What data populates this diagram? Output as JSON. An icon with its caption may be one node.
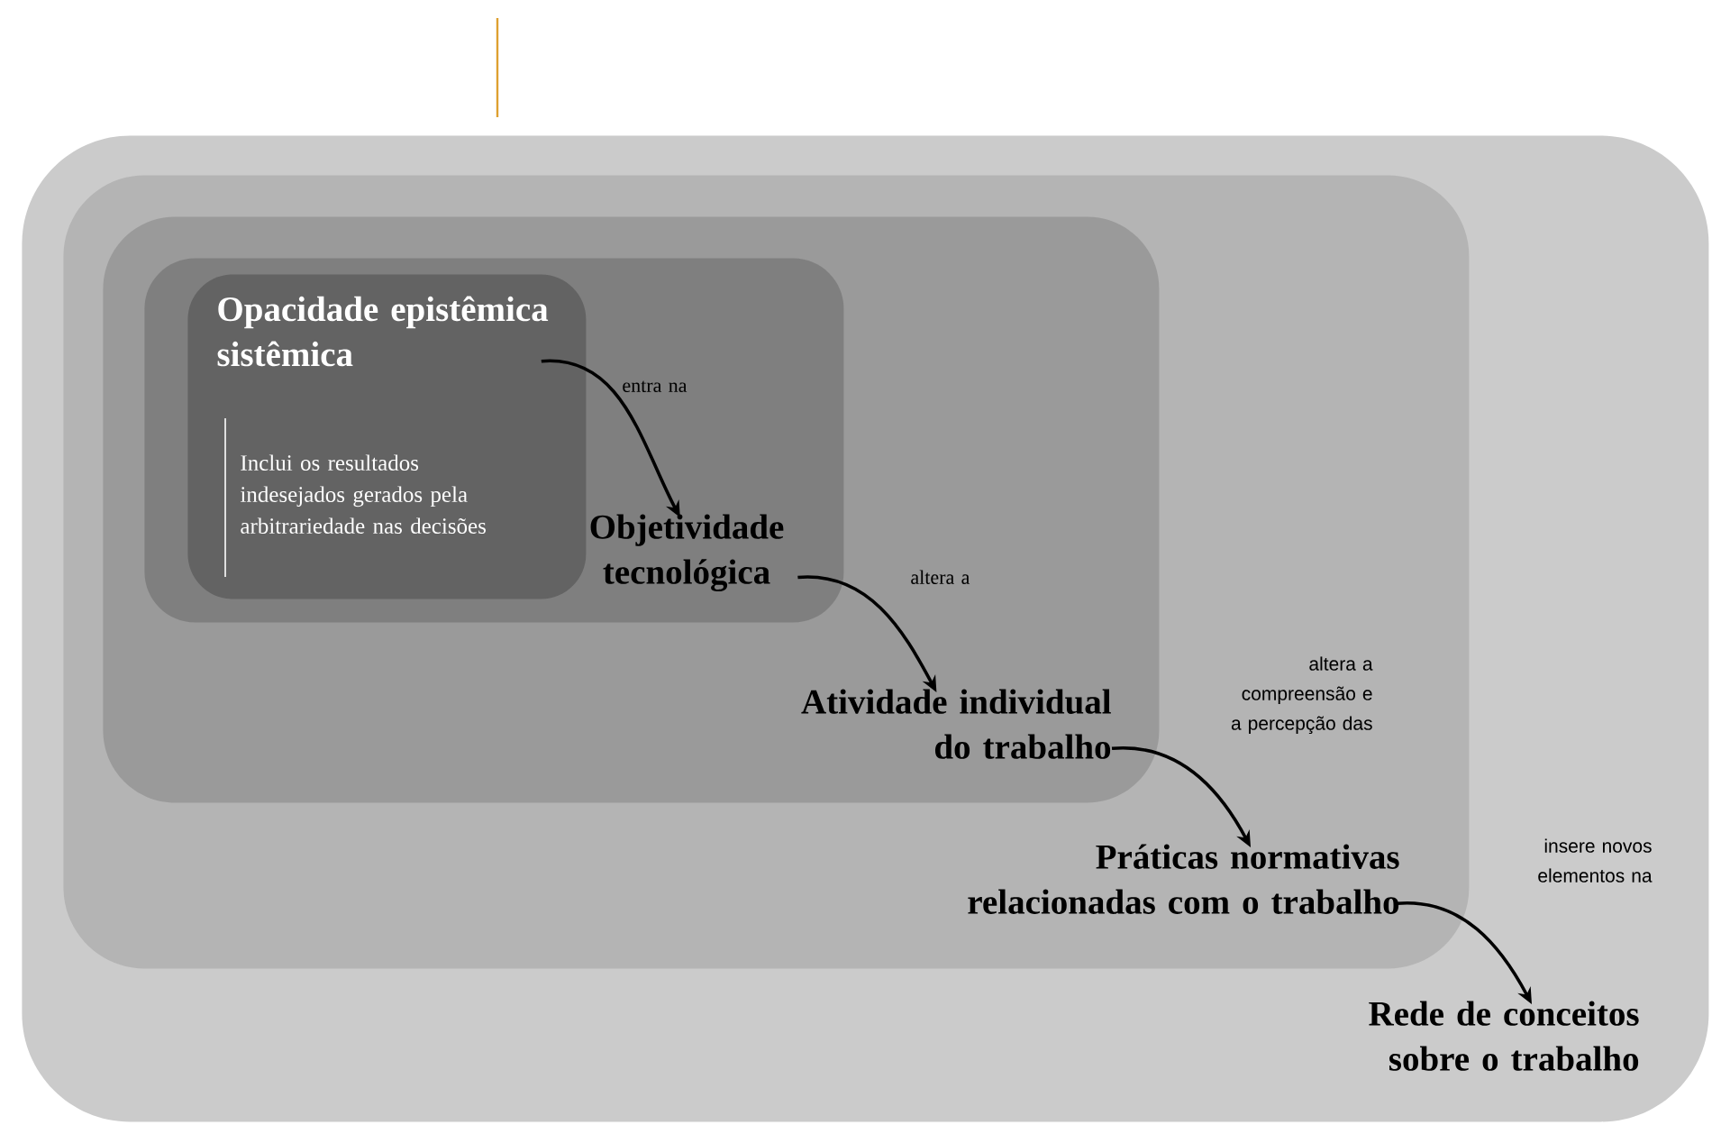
{
  "diagram": {
    "nodes": [
      {
        "text": [],
        "shape": "box"
      },
      {
        "text": [],
        "shape": "box",
        "in": 0
      },
      {
        "text": [],
        "shape": "box",
        "in": 1
      },
      {
        "text": [],
        "shape": "box",
        "in": 2
      },
      {
        "text": [],
        "shape": "box",
        "in": 3
      },
      {
        "text": [
          "Opacidade epistêmica sistêmica"
        ],
        "in": 4
      },
      {
        "text": [
          "Inclui os resultados indesejados gerados pela arbitrariedade nas decisões"
        ],
        "in": 4
      },
      {
        "text": [
          "Objetividade tecnológica"
        ],
        "in": 3
      },
      {
        "text": [
          "Atividade individual do trabalho"
        ],
        "in": 2
      },
      {
        "text": [
          "Práticas normativas relacionadas com o trabalho"
        ],
        "in": 1
      },
      {
        "text": [
          "Rede de conceitos sobre o trabalho"
        ],
        "in": 0
      }
    ],
    "edges": [
      {
        "from": 5,
        "to": 7,
        "arrow": "to",
        "label": "entra na"
      },
      {
        "from": 7,
        "to": 8,
        "arrow": "to",
        "label": "altera a"
      },
      {
        "from": 8,
        "to": 9,
        "arrow": "to",
        "label": "altera a compreensão e a percepção das"
      },
      {
        "from": 9,
        "to": 10,
        "arrow": "to",
        "label": "insere novos elementos na"
      }
    ]
  }
}
